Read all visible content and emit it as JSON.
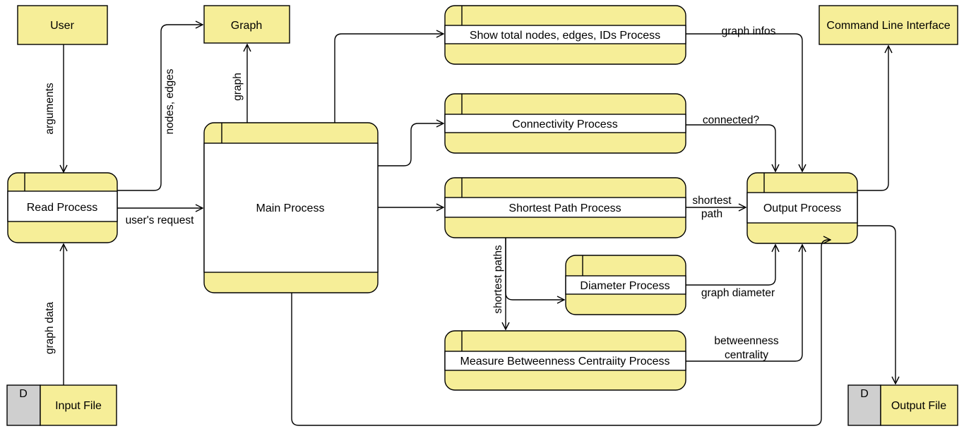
{
  "entities": {
    "user": "User",
    "graph": "Graph",
    "cli": "Command Line Interface"
  },
  "processes": {
    "read": "Read Process",
    "main": "Main Process",
    "show_total": "Show total nodes, edges, IDs Process",
    "connectivity": "Connectivity Process",
    "shortest_path": "Shortest Path Process",
    "diameter": "Diameter Process",
    "betweenness": "Measure Betweenness Centraiity Process",
    "output": "Output Process"
  },
  "stores": {
    "input_file": {
      "tag": "D",
      "label": "Input File"
    },
    "output_file": {
      "tag": "D",
      "label": "Output File"
    }
  },
  "flows": {
    "arguments": "arguments",
    "nodes_edges": "nodes, edges",
    "graph": "graph",
    "users_request": "user's request",
    "graph_data": "graph data",
    "graph_infos": "graph infos",
    "connected": "connected?",
    "shortest_path_1": "shortest",
    "shortest_path_2": "path",
    "shortest_paths": "shortest paths",
    "graph_diameter": "graph diameter",
    "betweenness_1": "betweenness",
    "betweenness_2": "centrality"
  }
}
